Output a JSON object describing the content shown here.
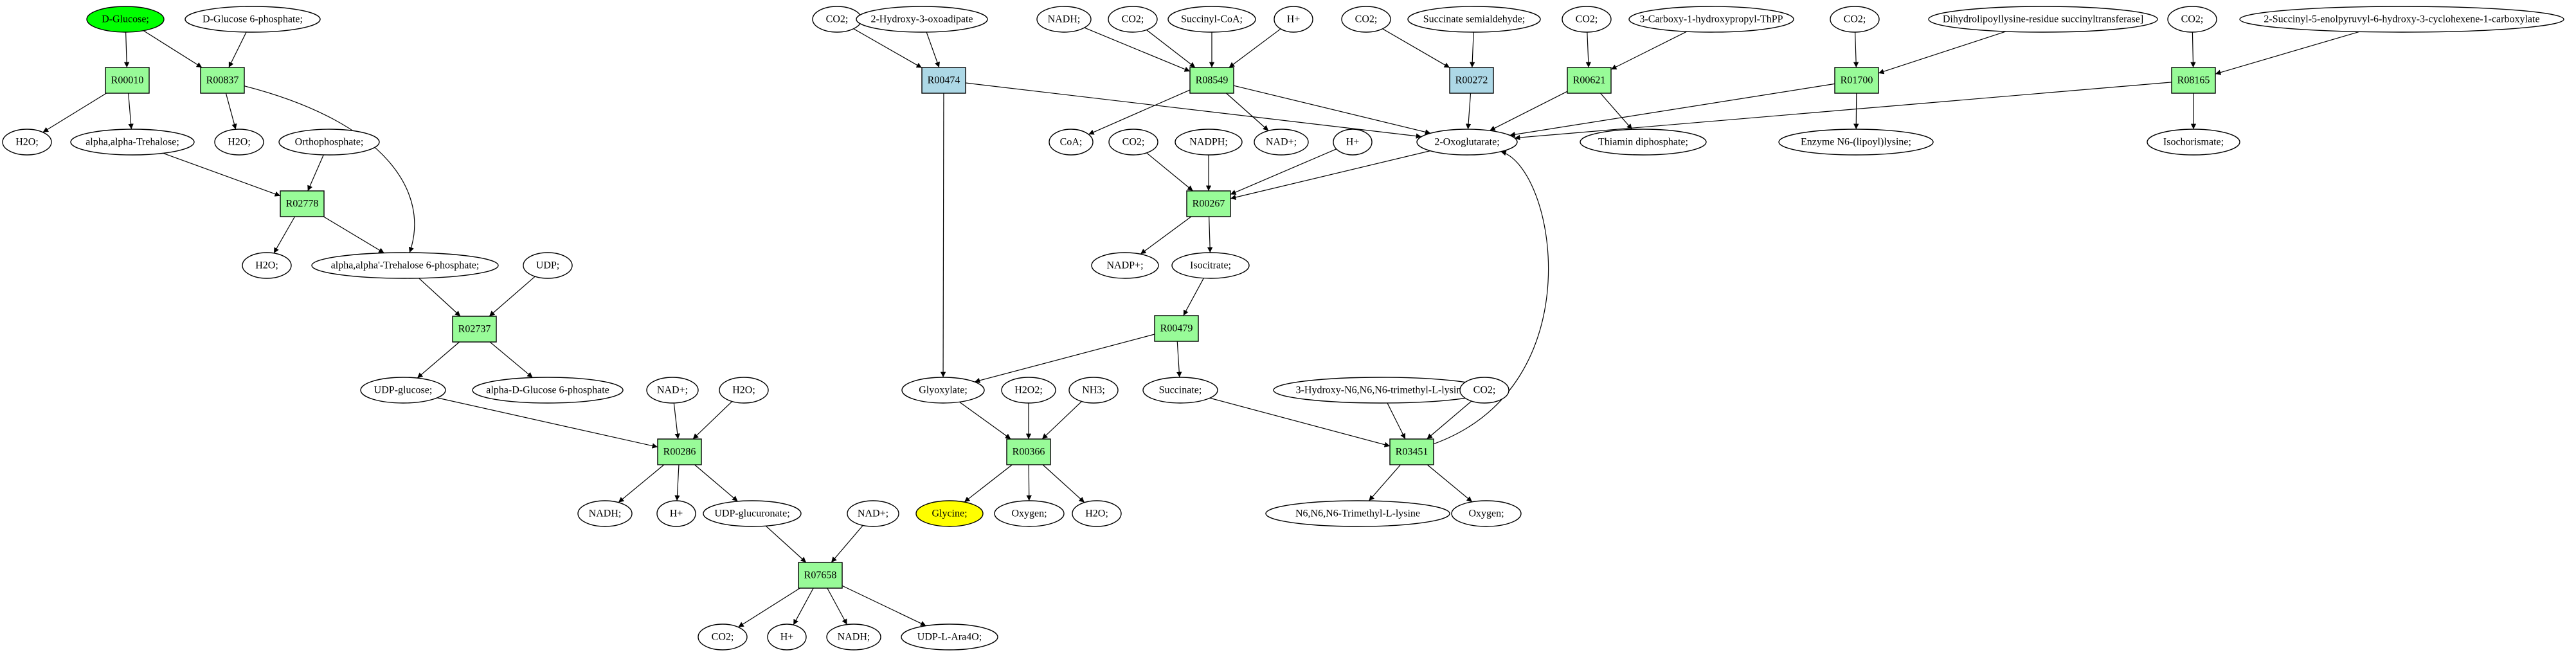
{
  "colors": {
    "metabolite": "#ffffff",
    "reaction": "#98fb98",
    "reaction_alt": "#add8e6",
    "source": "#00ff00",
    "target": "#ffff00"
  },
  "nodes": [
    {
      "id": "m_glucose",
      "kind": "metabolite",
      "label": "D-Glucose;",
      "fill": "source"
    },
    {
      "id": "m_g6p",
      "kind": "metabolite",
      "label": "D-Glucose 6-phosphate;"
    },
    {
      "id": "r_R00010",
      "kind": "reaction",
      "label": "R00010"
    },
    {
      "id": "r_R00837",
      "kind": "reaction",
      "label": "R00837"
    },
    {
      "id": "m_h2o_1",
      "kind": "metabolite",
      "label": "H2O;"
    },
    {
      "id": "m_trehalose",
      "kind": "metabolite",
      "label": "alpha,alpha-Trehalose;"
    },
    {
      "id": "m_h2o_2",
      "kind": "metabolite",
      "label": "H2O;"
    },
    {
      "id": "m_orthophosphate",
      "kind": "metabolite",
      "label": "Orthophosphate;"
    },
    {
      "id": "r_R02778",
      "kind": "reaction",
      "label": "R02778"
    },
    {
      "id": "m_h2o_3",
      "kind": "metabolite",
      "label": "H2O;"
    },
    {
      "id": "m_tre6p",
      "kind": "metabolite",
      "label": "alpha,alpha'-Trehalose 6-phosphate;"
    },
    {
      "id": "m_udp",
      "kind": "metabolite",
      "label": "UDP;"
    },
    {
      "id": "r_R02737",
      "kind": "reaction",
      "label": "R02737"
    },
    {
      "id": "m_udpglucose",
      "kind": "metabolite",
      "label": "UDP-glucose;"
    },
    {
      "id": "m_adg6p",
      "kind": "metabolite",
      "label": "alpha-D-Glucose 6-phosphate"
    },
    {
      "id": "m_nadp_1",
      "kind": "metabolite",
      "label": "NAD+;"
    },
    {
      "id": "m_h2o_4",
      "kind": "metabolite",
      "label": "H2O;"
    },
    {
      "id": "r_R00286",
      "kind": "reaction",
      "label": "R00286"
    },
    {
      "id": "m_nadh_1",
      "kind": "metabolite",
      "label": "NADH;"
    },
    {
      "id": "m_hplus_1",
      "kind": "metabolite",
      "label": "H+"
    },
    {
      "id": "m_udpglucuronate",
      "kind": "metabolite",
      "label": "UDP-glucuronate;"
    },
    {
      "id": "m_nadp_2",
      "kind": "metabolite",
      "label": "NAD+;"
    },
    {
      "id": "r_R07658",
      "kind": "reaction",
      "label": "R07658"
    },
    {
      "id": "m_co2_1",
      "kind": "metabolite",
      "label": "CO2;"
    },
    {
      "id": "m_hplus_2",
      "kind": "metabolite",
      "label": "H+"
    },
    {
      "id": "m_nadh_2",
      "kind": "metabolite",
      "label": "NADH;"
    },
    {
      "id": "m_udpara",
      "kind": "metabolite",
      "label": "UDP-L-Ara4O;"
    },
    {
      "id": "m_co2_2",
      "kind": "metabolite",
      "label": "CO2;"
    },
    {
      "id": "m_hydroxyox",
      "kind": "metabolite",
      "label": "2-Hydroxy-3-oxoadipate"
    },
    {
      "id": "r_R00474",
      "kind": "reaction",
      "label": "R00474",
      "fill": "reaction_alt"
    },
    {
      "id": "m_nadh_3",
      "kind": "metabolite",
      "label": "NADH;"
    },
    {
      "id": "m_co2_3",
      "kind": "metabolite",
      "label": "CO2;"
    },
    {
      "id": "m_succoa",
      "kind": "metabolite",
      "label": "Succinyl-CoA;"
    },
    {
      "id": "m_hplus_3",
      "kind": "metabolite",
      "label": "H+"
    },
    {
      "id": "r_R08549",
      "kind": "reaction",
      "label": "R08549"
    },
    {
      "id": "m_coa",
      "kind": "metabolite",
      "label": "CoA;"
    },
    {
      "id": "m_nadplus_3",
      "kind": "metabolite",
      "label": "NAD+;"
    },
    {
      "id": "m_co2_4",
      "kind": "metabolite",
      "label": "CO2;"
    },
    {
      "id": "m_ssa",
      "kind": "metabolite",
      "label": "Succinate semialdehyde;"
    },
    {
      "id": "r_R00272",
      "kind": "reaction",
      "label": "R00272",
      "fill": "reaction_alt"
    },
    {
      "id": "m_co2_5",
      "kind": "metabolite",
      "label": "CO2;"
    },
    {
      "id": "m_carboxythpp",
      "kind": "metabolite",
      "label": "3-Carboxy-1-hydroxypropyl-ThPP"
    },
    {
      "id": "r_R00621",
      "kind": "reaction",
      "label": "R00621"
    },
    {
      "id": "m_co2_6",
      "kind": "metabolite",
      "label": "CO2;"
    },
    {
      "id": "m_dihydrolipoyl",
      "kind": "metabolite",
      "label": "Dihydrolipoyllysine-residue succinyltransferase]"
    },
    {
      "id": "r_R01700",
      "kind": "reaction",
      "label": "R01700"
    },
    {
      "id": "m_co2_7",
      "kind": "metabolite",
      "label": "CO2;"
    },
    {
      "id": "m_sephchc",
      "kind": "metabolite",
      "label": "2-Succinyl-5-enolpyruvyl-6-hydroxy-3-cyclohexene-1-carboxylate"
    },
    {
      "id": "r_R08165",
      "kind": "reaction",
      "label": "R08165"
    },
    {
      "id": "m_oxoglutarate",
      "kind": "metabolite",
      "label": "2-Oxoglutarate;"
    },
    {
      "id": "m_thiamin",
      "kind": "metabolite",
      "label": "Thiamin diphosphate;"
    },
    {
      "id": "m_lipoyllysine",
      "kind": "metabolite",
      "label": "Enzyme N6-(lipoyl)lysine;"
    },
    {
      "id": "m_isochorismate",
      "kind": "metabolite",
      "label": "Isochorismate;"
    },
    {
      "id": "m_co2_8",
      "kind": "metabolite",
      "label": "CO2;"
    },
    {
      "id": "m_nadph",
      "kind": "metabolite",
      "label": "NADPH;"
    },
    {
      "id": "m_hplus_4",
      "kind": "metabolite",
      "label": "H+"
    },
    {
      "id": "r_R00267",
      "kind": "reaction",
      "label": "R00267"
    },
    {
      "id": "m_nadpplus",
      "kind": "metabolite",
      "label": "NADP+;"
    },
    {
      "id": "m_isocitrate",
      "kind": "metabolite",
      "label": "Isocitrate;"
    },
    {
      "id": "r_R00479",
      "kind": "reaction",
      "label": "R00479"
    },
    {
      "id": "m_glyoxylate",
      "kind": "metabolite",
      "label": "Glyoxylate;"
    },
    {
      "id": "m_succinate",
      "kind": "metabolite",
      "label": "Succinate;"
    },
    {
      "id": "m_h2o2",
      "kind": "metabolite",
      "label": "H2O2;"
    },
    {
      "id": "m_nh3",
      "kind": "metabolite",
      "label": "NH3;"
    },
    {
      "id": "r_R00366",
      "kind": "reaction",
      "label": "R00366"
    },
    {
      "id": "m_glycine",
      "kind": "metabolite",
      "label": "Glycine;",
      "fill": "target"
    },
    {
      "id": "m_oxygen_1",
      "kind": "metabolite",
      "label": "Oxygen;"
    },
    {
      "id": "m_h2o_5",
      "kind": "metabolite",
      "label": "H2O;"
    },
    {
      "id": "m_hydroxytml",
      "kind": "metabolite",
      "label": "3-Hydroxy-N6,N6,N6-trimethyl-L-lysine"
    },
    {
      "id": "m_co2_9",
      "kind": "metabolite",
      "label": "CO2;"
    },
    {
      "id": "r_R03451",
      "kind": "reaction",
      "label": "R03451"
    },
    {
      "id": "m_tml",
      "kind": "metabolite",
      "label": "N6,N6,N6-Trimethyl-L-lysine"
    },
    {
      "id": "m_oxygen_2",
      "kind": "metabolite",
      "label": "Oxygen;"
    }
  ],
  "edges": [
    [
      "m_glucose",
      "r_R00010"
    ],
    [
      "m_glucose",
      "r_R00837"
    ],
    [
      "m_g6p",
      "r_R00837"
    ],
    [
      "r_R00010",
      "m_h2o_1"
    ],
    [
      "r_R00010",
      "m_trehalose"
    ],
    [
      "r_R00837",
      "m_h2o_2"
    ],
    [
      "r_R00837",
      "m_tre6p"
    ],
    [
      "m_trehalose",
      "r_R02778"
    ],
    [
      "m_orthophosphate",
      "r_R02778"
    ],
    [
      "r_R02778",
      "m_h2o_3"
    ],
    [
      "r_R02778",
      "m_tre6p"
    ],
    [
      "m_tre6p",
      "r_R02737"
    ],
    [
      "m_udp",
      "r_R02737"
    ],
    [
      "r_R02737",
      "m_udpglucose"
    ],
    [
      "r_R02737",
      "m_adg6p"
    ],
    [
      "m_udpglucose",
      "r_R00286"
    ],
    [
      "m_nadp_1",
      "r_R00286"
    ],
    [
      "m_h2o_4",
      "r_R00286"
    ],
    [
      "r_R00286",
      "m_nadh_1"
    ],
    [
      "r_R00286",
      "m_hplus_1"
    ],
    [
      "r_R00286",
      "m_udpglucuronate"
    ],
    [
      "m_udpglucuronate",
      "r_R07658"
    ],
    [
      "m_nadp_2",
      "r_R07658"
    ],
    [
      "r_R07658",
      "m_co2_1"
    ],
    [
      "r_R07658",
      "m_hplus_2"
    ],
    [
      "r_R07658",
      "m_nadh_2"
    ],
    [
      "r_R07658",
      "m_udpara"
    ],
    [
      "m_co2_2",
      "r_R00474"
    ],
    [
      "m_hydroxyox",
      "r_R00474"
    ],
    [
      "r_R00474",
      "m_oxoglutarate"
    ],
    [
      "r_R00474",
      "m_glyoxylate"
    ],
    [
      "m_nadh_3",
      "r_R08549"
    ],
    [
      "m_co2_3",
      "r_R08549"
    ],
    [
      "m_succoa",
      "r_R08549"
    ],
    [
      "m_hplus_3",
      "r_R08549"
    ],
    [
      "r_R08549",
      "m_coa"
    ],
    [
      "r_R08549",
      "m_nadplus_3"
    ],
    [
      "r_R08549",
      "m_oxoglutarate"
    ],
    [
      "m_co2_4",
      "r_R00272"
    ],
    [
      "m_ssa",
      "r_R00272"
    ],
    [
      "r_R00272",
      "m_oxoglutarate"
    ],
    [
      "m_co2_5",
      "r_R00621"
    ],
    [
      "m_carboxythpp",
      "r_R00621"
    ],
    [
      "r_R00621",
      "m_oxoglutarate"
    ],
    [
      "r_R00621",
      "m_thiamin"
    ],
    [
      "m_co2_6",
      "r_R01700"
    ],
    [
      "m_dihydrolipoyl",
      "r_R01700"
    ],
    [
      "r_R01700",
      "m_oxoglutarate"
    ],
    [
      "r_R01700",
      "m_lipoyllysine"
    ],
    [
      "m_co2_7",
      "r_R08165"
    ],
    [
      "m_sephchc",
      "r_R08165"
    ],
    [
      "r_R08165",
      "m_oxoglutarate"
    ],
    [
      "r_R08165",
      "m_isochorismate"
    ],
    [
      "m_co2_8",
      "r_R00267"
    ],
    [
      "m_nadph",
      "r_R00267"
    ],
    [
      "m_hplus_4",
      "r_R00267"
    ],
    [
      "m_oxoglutarate",
      "r_R00267"
    ],
    [
      "r_R00267",
      "m_nadpplus"
    ],
    [
      "r_R00267",
      "m_isocitrate"
    ],
    [
      "m_isocitrate",
      "r_R00479"
    ],
    [
      "r_R00479",
      "m_glyoxylate"
    ],
    [
      "r_R00479",
      "m_succinate"
    ],
    [
      "m_glyoxylate",
      "r_R00366"
    ],
    [
      "m_h2o2",
      "r_R00366"
    ],
    [
      "m_nh3",
      "r_R00366"
    ],
    [
      "r_R00366",
      "m_glycine"
    ],
    [
      "r_R00366",
      "m_oxygen_1"
    ],
    [
      "r_R00366",
      "m_h2o_5"
    ],
    [
      "m_succinate",
      "r_R03451"
    ],
    [
      "m_hydroxytml",
      "r_R03451"
    ],
    [
      "m_co2_9",
      "r_R03451"
    ],
    [
      "r_R03451",
      "m_tml"
    ],
    [
      "r_R03451",
      "m_oxygen_2"
    ],
    [
      "r_R03451",
      "m_oxoglutarate"
    ]
  ]
}
